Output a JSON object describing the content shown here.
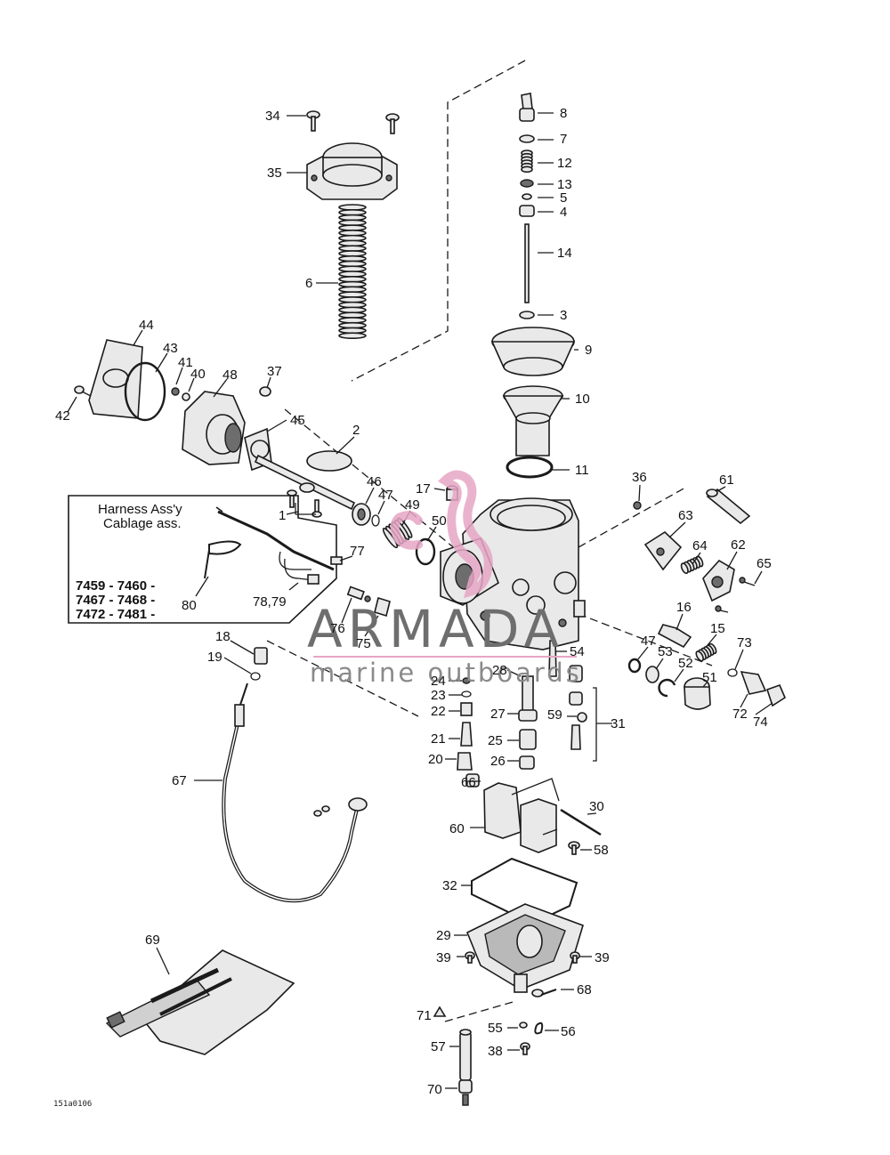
{
  "callouts": [
    "1",
    "2",
    "3",
    "4",
    "5",
    "6",
    "7",
    "8",
    "9",
    "10",
    "11",
    "12",
    "13",
    "14",
    "15",
    "16",
    "17",
    "18",
    "19",
    "20",
    "21",
    "22",
    "23",
    "24",
    "25",
    "26",
    "27",
    "28",
    "29",
    "30",
    "31",
    "32",
    "34",
    "35",
    "36",
    "37",
    "38",
    "39",
    "40",
    "41",
    "42",
    "43",
    "44",
    "45",
    "46",
    "47",
    "48",
    "49",
    "50",
    "51",
    "52",
    "53",
    "54",
    "55",
    "56",
    "57",
    "58",
    "59",
    "60",
    "61",
    "62",
    "63",
    "64",
    "65",
    "66",
    "67",
    "68",
    "69",
    "70",
    "71",
    "72",
    "73",
    "74",
    "75",
    "76",
    "77",
    "78,79",
    "80"
  ],
  "harness_box": {
    "title_en": "Harness Ass'y",
    "title_fr": "Cablage ass.",
    "models": [
      "7459 - 7460 -",
      "7467 - 7468 -",
      "7472 - 7481 -"
    ]
  },
  "drawing_code": "151a0106",
  "watermark": {
    "brand": "ARMADA",
    "tagline": "marine outboards",
    "color": "#e6a6c4"
  }
}
